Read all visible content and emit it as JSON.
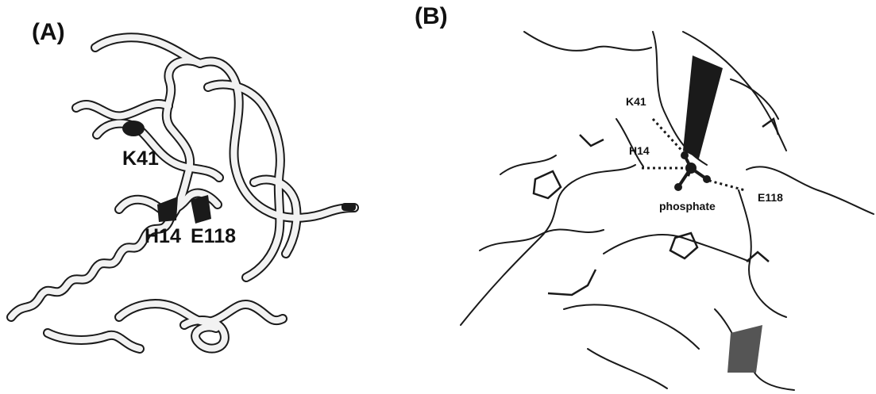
{
  "panels": {
    "a": {
      "label": "(A)",
      "residues": {
        "k41": "K41",
        "h14": "H14",
        "e118": "E118"
      }
    },
    "b": {
      "label": "(B)",
      "residues": {
        "k41": "K41",
        "h14": "H14",
        "e118": "E118",
        "ligand": "phosphate"
      }
    }
  }
}
